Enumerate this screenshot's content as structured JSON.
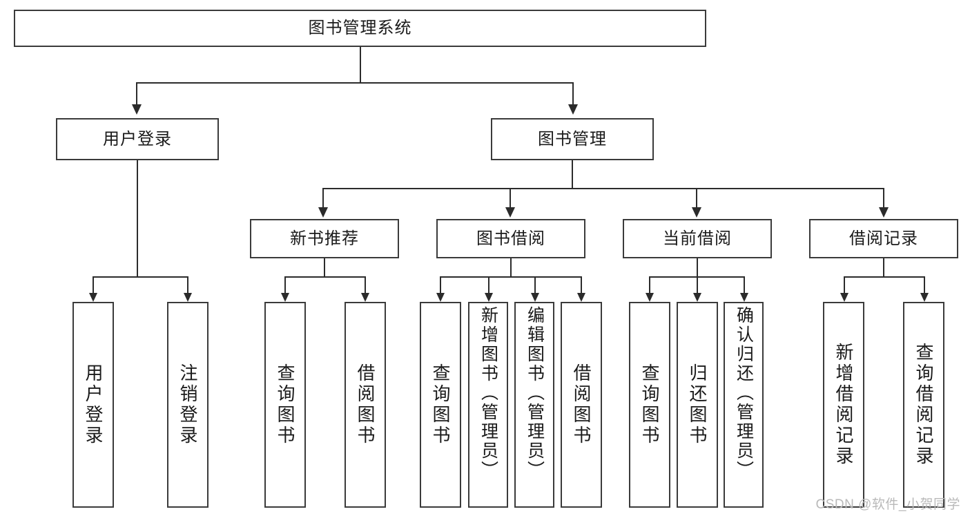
{
  "diagram": {
    "type": "tree-flowchart",
    "title": "图书管理系统",
    "orientation": "top-down",
    "colors": {
      "box_border": "#3a3a3a",
      "box_fill": "#ffffff",
      "connector": "#2b2b2b",
      "text": "#1a1a1a",
      "watermark": "#b9b9b9",
      "background": "#ffffff"
    },
    "root": {
      "label": "图书管理系统"
    },
    "level2": [
      {
        "label": "用户登录"
      },
      {
        "label": "图书管理"
      }
    ],
    "level3": [
      {
        "label": "新书推荐"
      },
      {
        "label": "图书借阅"
      },
      {
        "label": "当前借阅"
      },
      {
        "label": "借阅记录"
      }
    ],
    "leaves": {
      "user_login": [
        {
          "label": "用户登录"
        },
        {
          "label": "注销登录"
        }
      ],
      "new_book_recommend": [
        {
          "label": "查询图书"
        },
        {
          "label": "借阅图书"
        }
      ],
      "book_borrow": [
        {
          "label": "查询图书"
        },
        {
          "label": "新增图书（管理员）"
        },
        {
          "label": "编辑图书（管理员）"
        },
        {
          "label": "借阅图书"
        }
      ],
      "current_borrow": [
        {
          "label": "查询图书"
        },
        {
          "label": "归还图书"
        },
        {
          "label": "确认归还（管理员）"
        }
      ],
      "borrow_record": [
        {
          "label": "新增借阅记录"
        },
        {
          "label": "查询借阅记录"
        }
      ]
    },
    "watermark": "CSDN @软件_小贺同学"
  }
}
